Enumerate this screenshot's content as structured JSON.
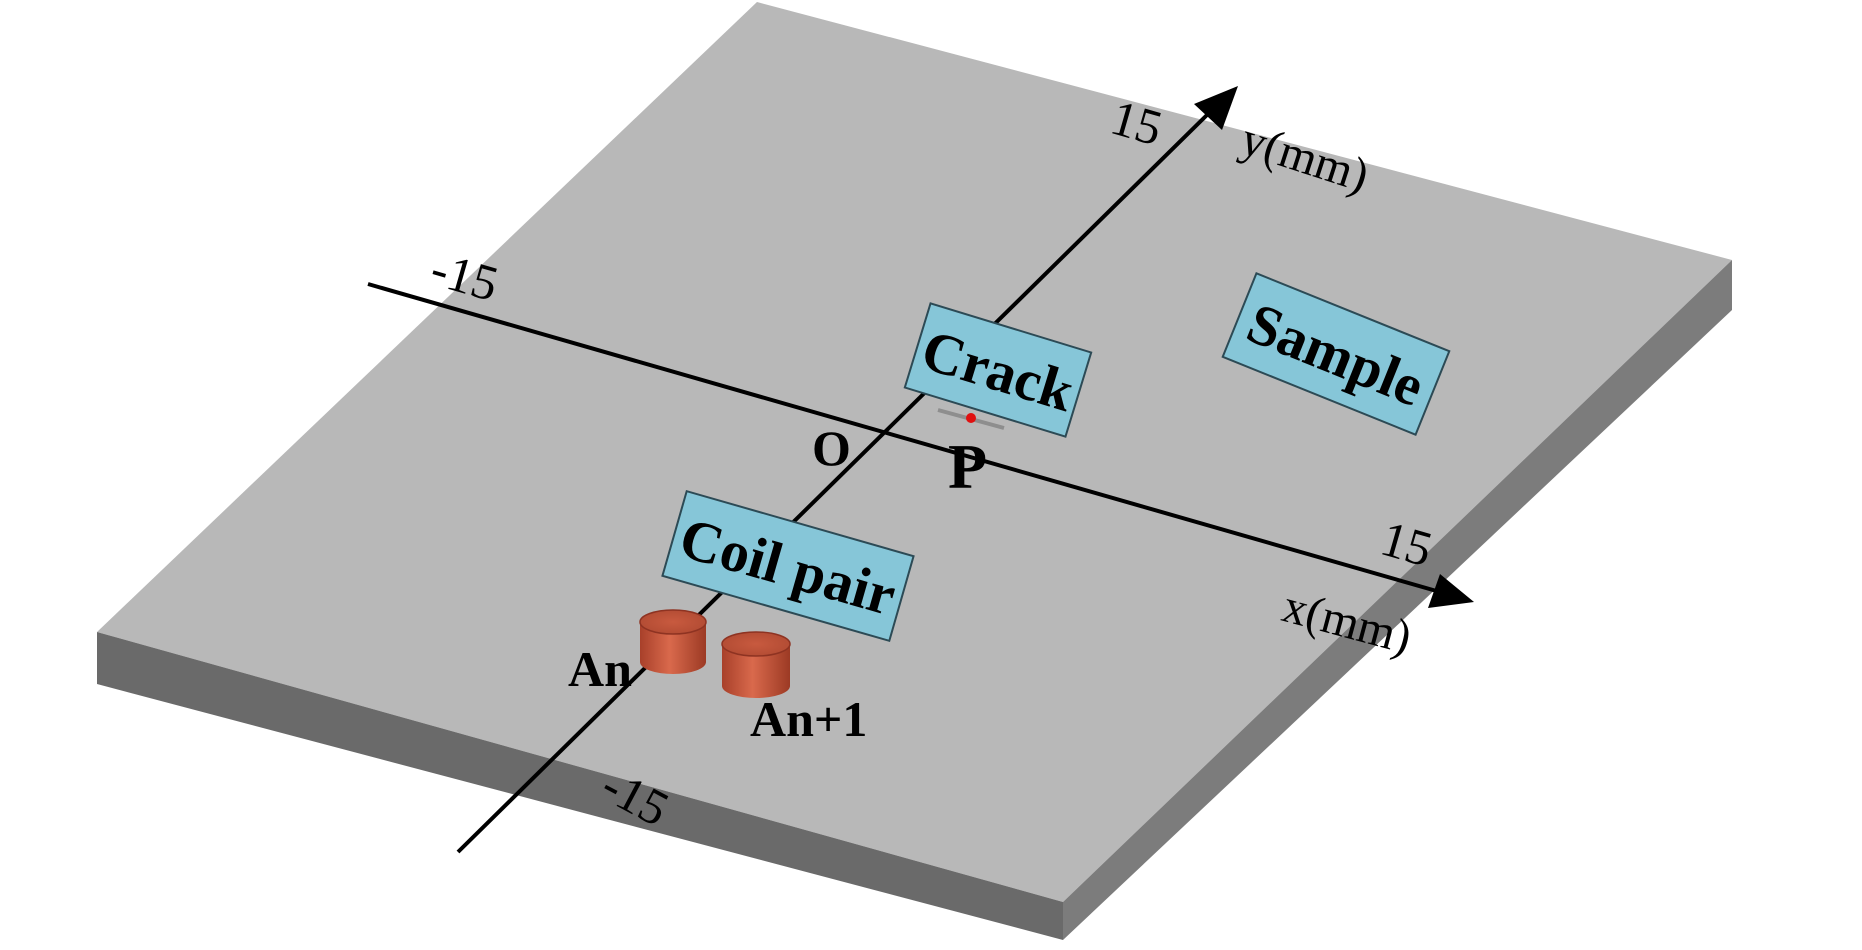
{
  "axes": {
    "x_label": "x(mm)",
    "y_label": "y(mm)",
    "x_min_tick": "-15",
    "x_max_tick": "15",
    "y_min_tick": "-15",
    "y_max_tick": "15",
    "origin_label": "O"
  },
  "labels": {
    "crack": "Crack",
    "sample": "Sample",
    "coil_pair": "Coil pair",
    "point": "P",
    "coil_a": "An",
    "coil_b": "An+1"
  },
  "colors": {
    "plate_top": "#b8b8b8",
    "plate_front": "#6a6a6a",
    "plate_side": "#7c7c7c",
    "label_box": "#86c6d8",
    "coil": "#c8553a",
    "point_marker": "#e01010",
    "axis": "#000000"
  }
}
